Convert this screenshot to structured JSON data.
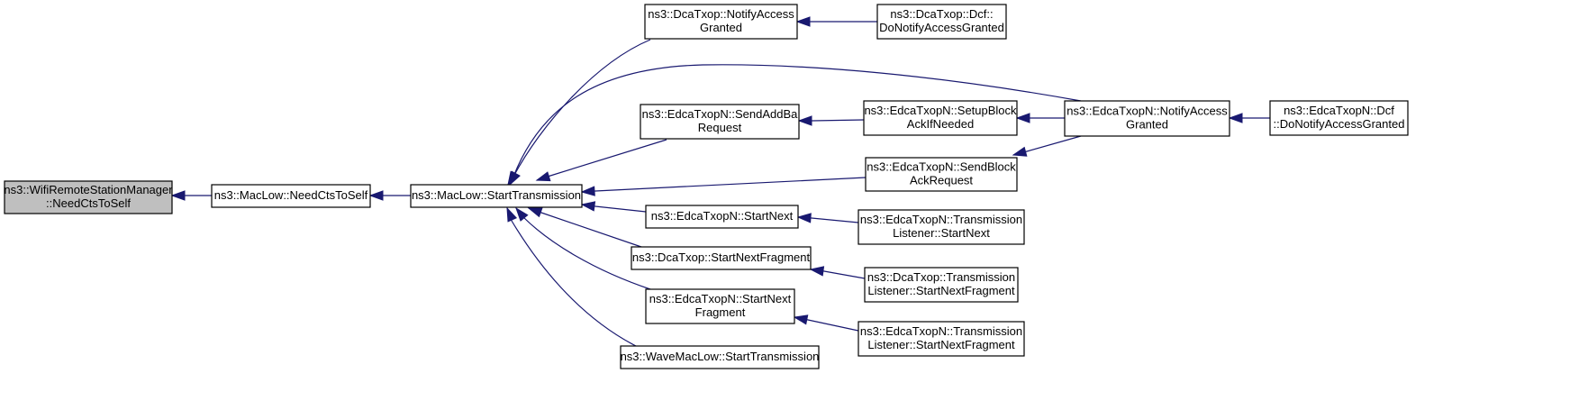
{
  "graph": {
    "kind": "caller-graph",
    "colors": {
      "edge": "#191970",
      "root_fill": "#bfbfbf",
      "node_fill": "#ffffff",
      "node_border": "#000000"
    },
    "nodes": [
      {
        "id": "n0",
        "lines": [
          "ns3::WifiRemoteStationManager",
          "::NeedCtsToSelf"
        ],
        "highlighted": true
      },
      {
        "id": "n1",
        "lines": [
          "ns3::MacLow::NeedCtsToSelf"
        ]
      },
      {
        "id": "n2",
        "lines": [
          "ns3::MacLow::StartTransmission"
        ]
      },
      {
        "id": "n3",
        "lines": [
          "ns3::DcaTxop::NotifyAccess",
          "Granted"
        ]
      },
      {
        "id": "n4",
        "lines": [
          "ns3::EdcaTxopN::SendAddBa",
          "Request"
        ]
      },
      {
        "id": "n5",
        "lines": [
          "ns3::EdcaTxopN::StartNext"
        ]
      },
      {
        "id": "n6",
        "lines": [
          "ns3::DcaTxop::StartNextFragment"
        ]
      },
      {
        "id": "n7",
        "lines": [
          "ns3::EdcaTxopN::StartNext",
          "Fragment"
        ]
      },
      {
        "id": "n8",
        "lines": [
          "ns3::WaveMacLow::StartTransmission"
        ]
      },
      {
        "id": "n9",
        "lines": [
          "ns3::DcaTxop::Dcf::",
          "DoNotifyAccessGranted"
        ]
      },
      {
        "id": "n10",
        "lines": [
          "ns3::EdcaTxopN::SetupBlock",
          "AckIfNeeded"
        ]
      },
      {
        "id": "n11",
        "lines": [
          "ns3::EdcaTxopN::SendBlock",
          "AckRequest"
        ]
      },
      {
        "id": "n12",
        "lines": [
          "ns3::EdcaTxopN::Transmission",
          "Listener::StartNext"
        ]
      },
      {
        "id": "n13",
        "lines": [
          "ns3::DcaTxop::Transmission",
          "Listener::StartNextFragment"
        ]
      },
      {
        "id": "n14",
        "lines": [
          "ns3::EdcaTxopN::Transmission",
          "Listener::StartNextFragment"
        ]
      },
      {
        "id": "n15",
        "lines": [
          "ns3::EdcaTxopN::NotifyAccess",
          "Granted"
        ]
      },
      {
        "id": "n16",
        "lines": [
          "ns3::EdcaTxopN::Dcf",
          "::DoNotifyAccessGranted"
        ]
      }
    ],
    "edges": [
      {
        "from": "n1",
        "to": "n0"
      },
      {
        "from": "n2",
        "to": "n1"
      },
      {
        "from": "n3",
        "to": "n2"
      },
      {
        "from": "n15",
        "to": "n2"
      },
      {
        "from": "n4",
        "to": "n2"
      },
      {
        "from": "n11",
        "to": "n2"
      },
      {
        "from": "n5",
        "to": "n2"
      },
      {
        "from": "n6",
        "to": "n2"
      },
      {
        "from": "n7",
        "to": "n2"
      },
      {
        "from": "n8",
        "to": "n2"
      },
      {
        "from": "n9",
        "to": "n3"
      },
      {
        "from": "n10",
        "to": "n4"
      },
      {
        "from": "n15",
        "to": "n10"
      },
      {
        "from": "n15",
        "to": "n11"
      },
      {
        "from": "n16",
        "to": "n15"
      },
      {
        "from": "n12",
        "to": "n5"
      },
      {
        "from": "n13",
        "to": "n6"
      },
      {
        "from": "n14",
        "to": "n7"
      }
    ]
  }
}
